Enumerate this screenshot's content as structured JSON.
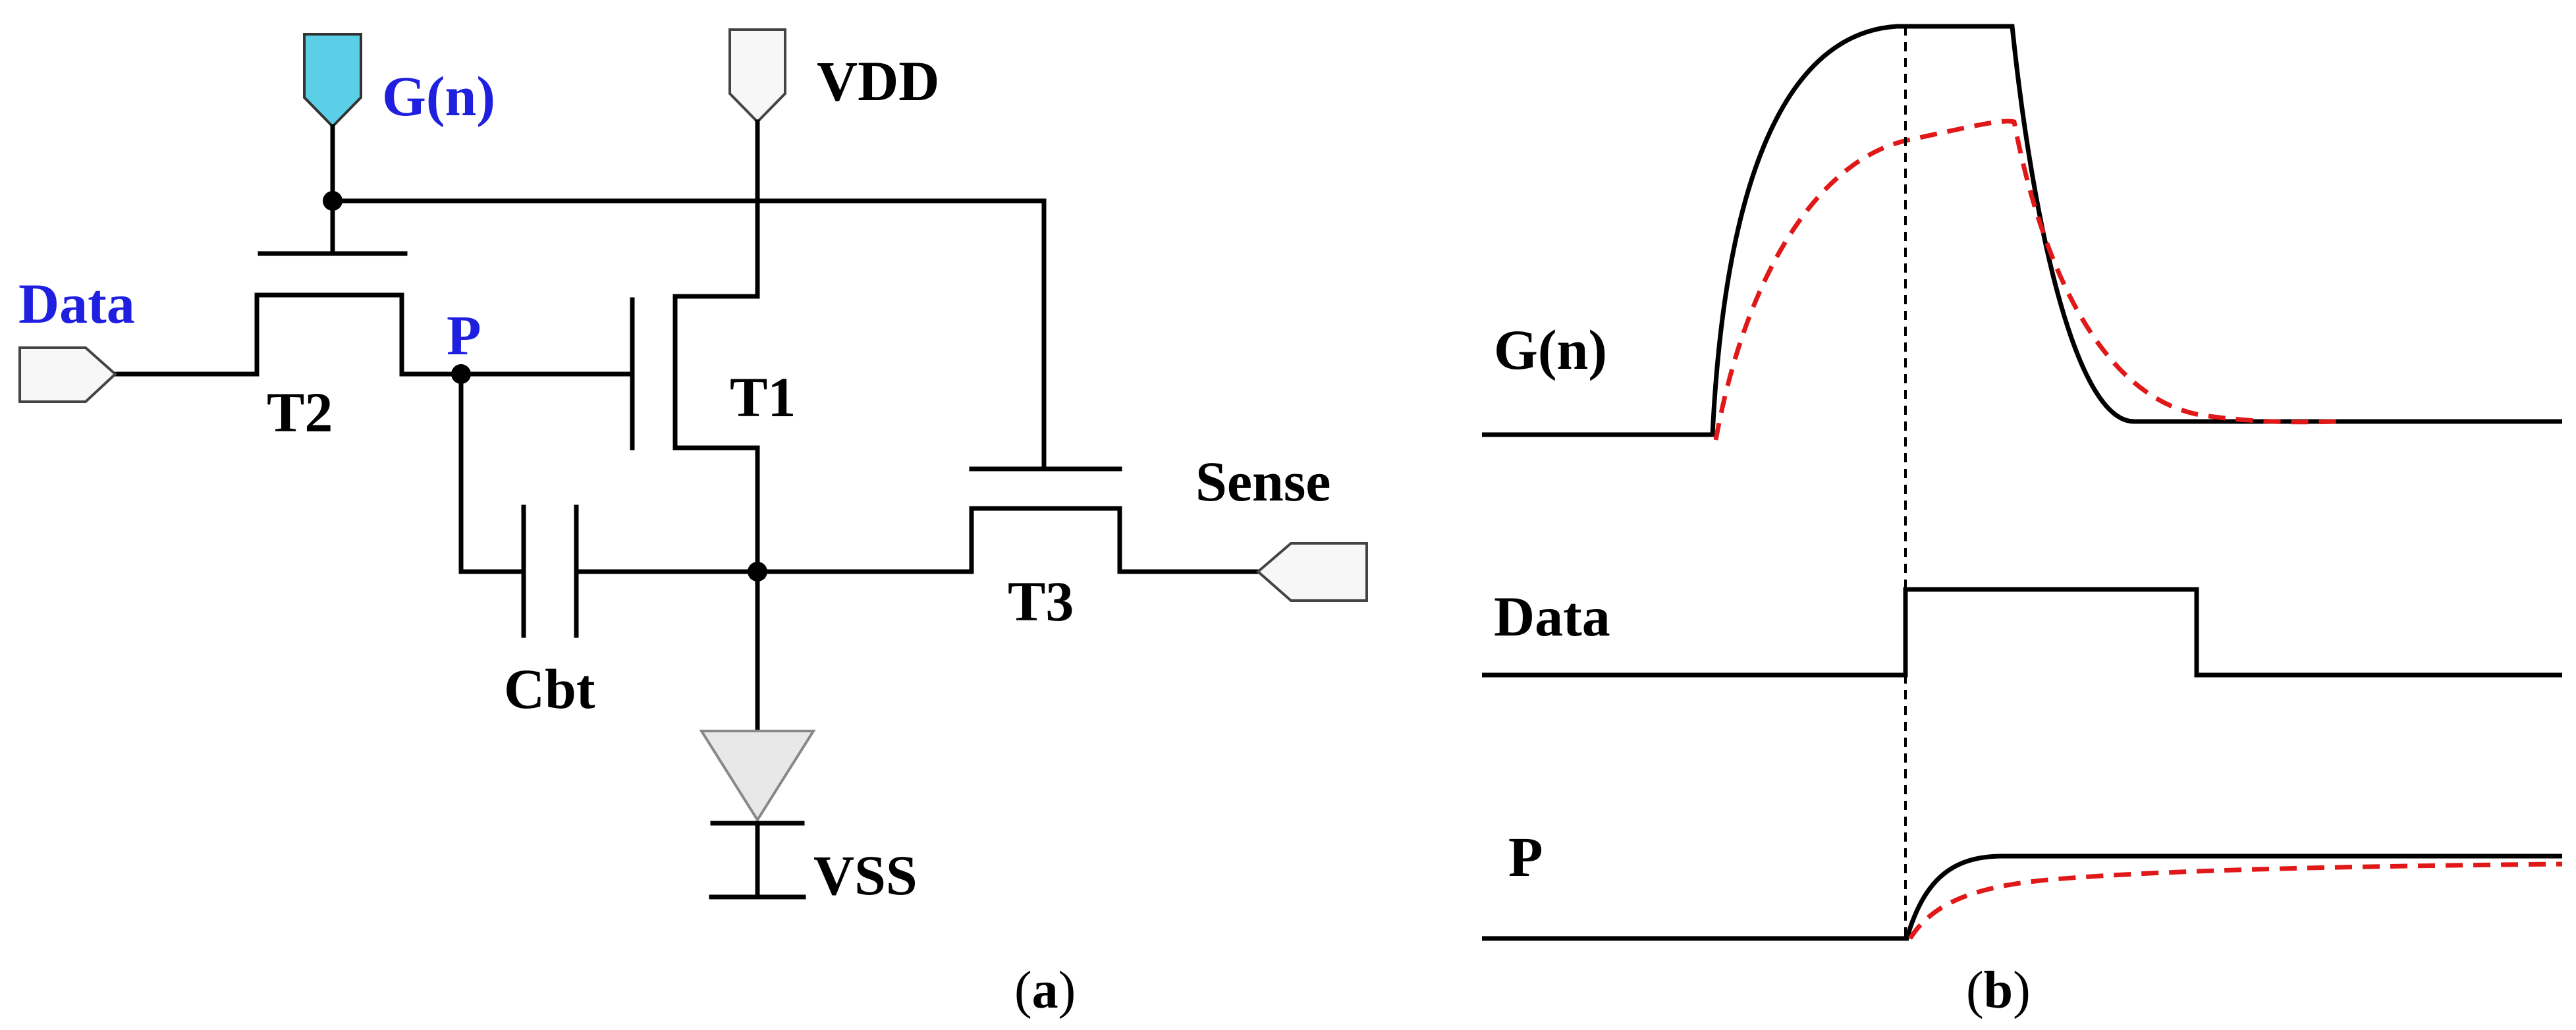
{
  "colors": {
    "wire": "#000000",
    "label_blue": "#1f1fe0",
    "gate_terminal_fill": "#5bcfe8",
    "terminal_fill": "#f7f7f7",
    "diode_fill": "#e8e8e8",
    "dashed_red": "#e01818"
  },
  "circuit": {
    "labels": {
      "gate": "G(n)",
      "vdd": "VDD",
      "data": "Data",
      "node_p": "P",
      "t1": "T1",
      "t2": "T2",
      "t3": "T3",
      "sense": "Sense",
      "capacitor": "Cbt",
      "vss": "VSS"
    },
    "caption": {
      "open": "(",
      "letter": "a",
      "close": ")"
    }
  },
  "waveforms": {
    "labels": {
      "gate": "G(n)",
      "data": "Data",
      "node_p": "P"
    },
    "caption": {
      "open": "(",
      "letter": "b",
      "close": ")"
    }
  }
}
